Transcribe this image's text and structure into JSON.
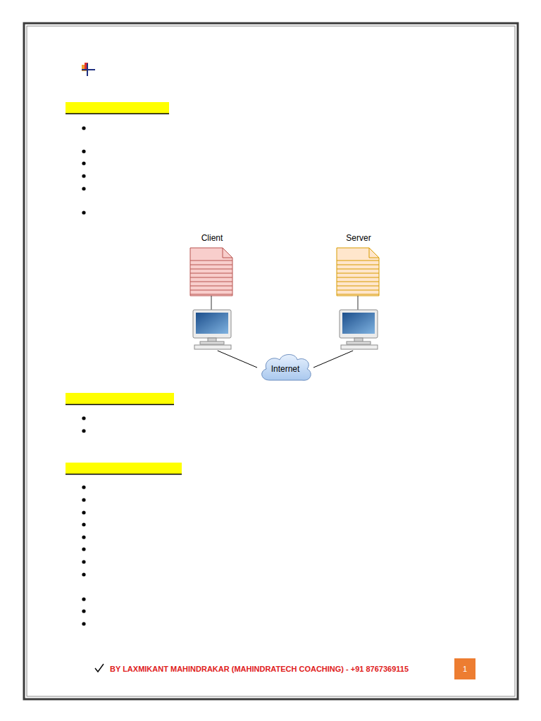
{
  "diagram": {
    "nodes": [
      {
        "text": [
          "Client"
        ]
      },
      {
        "text": [
          "Server"
        ]
      },
      {
        "text": [
          "Internet"
        ]
      }
    ],
    "edges": [
      {
        "from": 0,
        "to": 2,
        "arrow": "none"
      },
      {
        "from": 1,
        "to": 2,
        "arrow": "none"
      }
    ],
    "labels": [
      "BY LAXMIKANT MAHINDRAKAR (MAHINDRATECH COACHING) - +91 8767369115",
      "1"
    ]
  }
}
